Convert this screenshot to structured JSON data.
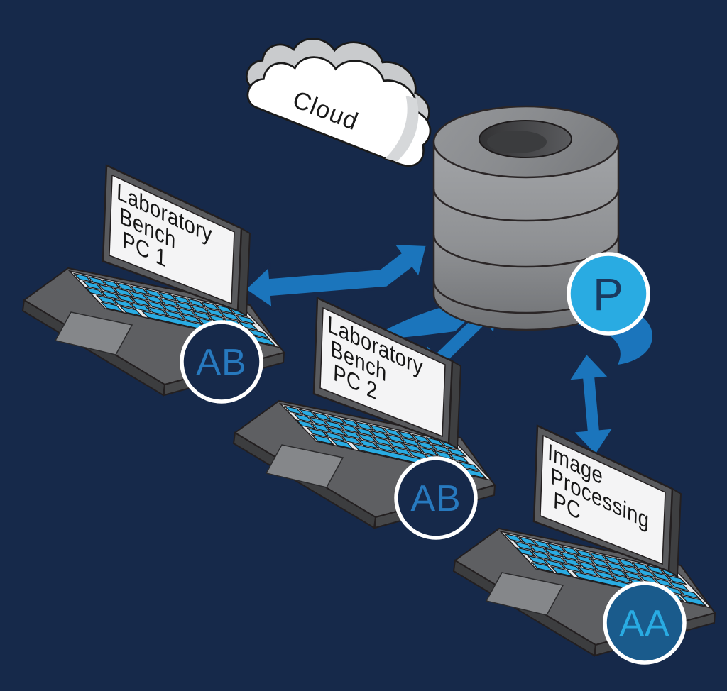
{
  "diagram": {
    "background_color": "#16294A",
    "arrow_color": "#1B75BC",
    "keyboard_key_color": "#29ABE2",
    "cloud": {
      "label": "Cloud"
    },
    "database": {
      "badge": {
        "label": "P",
        "fill": "#29ABE2",
        "text_color": "#1A3A5F"
      }
    },
    "laptops": [
      {
        "screen_lines": [
          "Laboratory",
          "Bench",
          "PC 1"
        ],
        "badge": {
          "label": "AB",
          "fill": "#16294A",
          "text_color": "#2779BE"
        }
      },
      {
        "screen_lines": [
          "Laboratory",
          "Bench",
          "PC 2"
        ],
        "badge": {
          "label": "AB",
          "fill": "#16294A",
          "text_color": "#2779BE"
        }
      },
      {
        "screen_lines": [
          "Image",
          "Processing",
          "PC"
        ],
        "badge": {
          "label": "AA",
          "fill": "#1A5B8C",
          "text_color": "#29ABE2"
        }
      }
    ]
  }
}
